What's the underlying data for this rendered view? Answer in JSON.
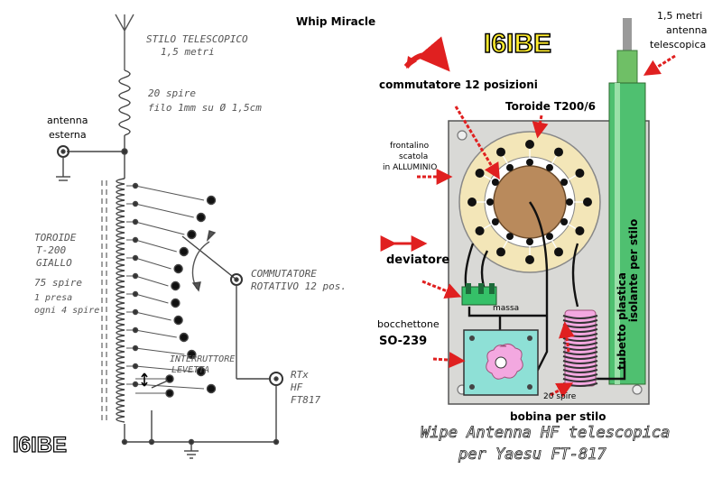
{
  "title": "Whip Miracle",
  "callsign": "I6IBE",
  "colors": {
    "yellow": "#ffec2e",
    "red": "#e02020",
    "wood": "#b98a5c",
    "green": "#35c068",
    "cyan": "#8ee0d6",
    "pink": "#f3a8e0",
    "panel": "#d9d9d6",
    "toroid": "#f3e6b8"
  },
  "schematic": {
    "stilo": [
      "STILO TELESCOPICO",
      "1,5 metri"
    ],
    "coil": [
      "20 spire",
      "filo 1mm su Ø 1,5cm"
    ],
    "antenna_esterna": [
      "antenna",
      "esterna"
    ],
    "toroid": [
      "TOROIDE",
      "T-200",
      "GIALLO"
    ],
    "spire": [
      "75 spire",
      "1 presa",
      "ogni 4 spire"
    ],
    "commutatore": [
      "COMMUTATORE",
      "ROTATIVO 12 pos."
    ],
    "interruttore": [
      "INTERRUTTORE",
      "LEVETTA"
    ],
    "rtx": [
      "RTx",
      "HF",
      "FT817"
    ]
  },
  "drawing": {
    "antenna_tele": [
      "1,5 metri",
      "antenna",
      "telescopica"
    ],
    "commutatore12": "commutatore 12 posizioni",
    "toroide": "Toroide T200/6",
    "frontalino": [
      "frontalino",
      "scatola",
      "in ALLUMINIO"
    ],
    "deviatore": "deviatore",
    "massa": "massa",
    "bocchettone": [
      "bocchettone",
      "SO-239"
    ],
    "isolante": "isolante per stilo",
    "tubetto": "tubetto plastica",
    "bobina": "bobina per stilo",
    "spire20": "20 spire"
  },
  "caption": [
    "Wipe Antenna HF telescopica",
    "per Yaesu  FT-817"
  ]
}
